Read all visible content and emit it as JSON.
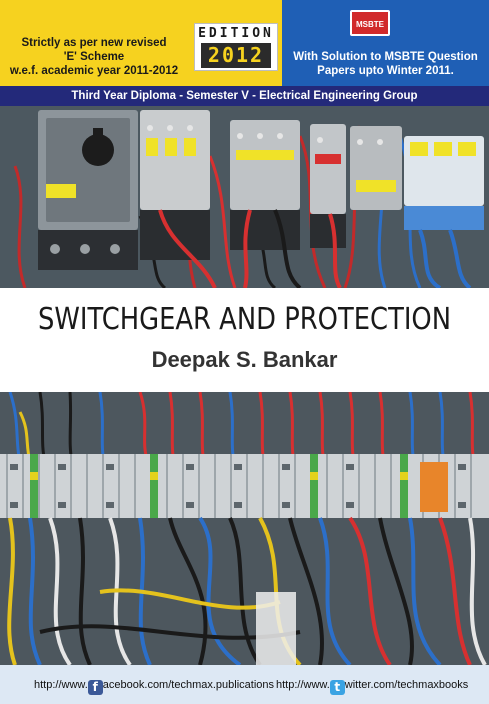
{
  "header": {
    "scheme_lines": [
      "Strictly as per new revised",
      "'E' Scheme",
      "w.e.f. academic year 2011-2012"
    ],
    "edition_label": "EDITION",
    "edition_year": "2012",
    "board_logo": "MSBTE",
    "solution_lines": [
      "With Solution to MSBTE Question",
      "Papers upto Winter 2011."
    ]
  },
  "band": {
    "text": "Third Year Diploma - Semester V - Electrical Engineering Group"
  },
  "book": {
    "title": "SWITCHGEAR AND PROTECTION",
    "author": "Deepak S. Bankar"
  },
  "footer": {
    "facebook": {
      "prefix": "http://www.",
      "icon": "facebook-icon",
      "glyph": "f",
      "rest": "acebook.com/techmax.publications"
    },
    "twitter": {
      "prefix": "http://www.",
      "icon": "twitter-icon",
      "glyph": "t",
      "rest": "witter.com/techmaxbooks"
    }
  },
  "colors": {
    "yellow": "#f6d21f",
    "blue": "#1f5fb5",
    "navy": "#23297a",
    "footer": "#dde8f4"
  }
}
